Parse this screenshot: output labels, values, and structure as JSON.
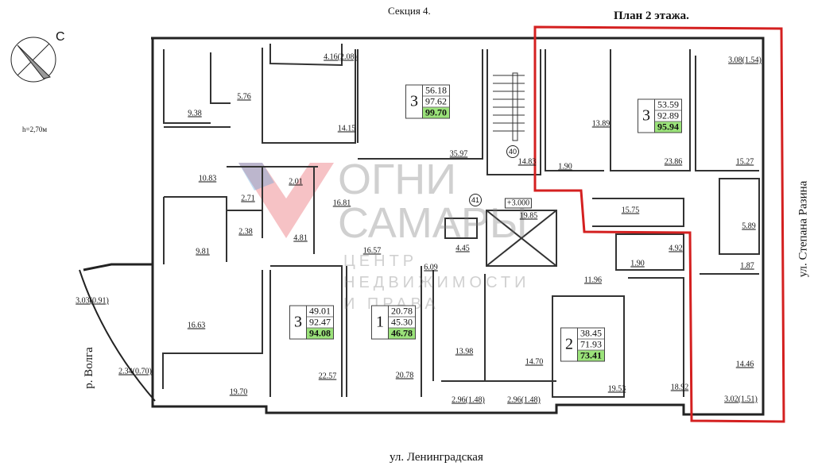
{
  "header": {
    "section": "Секция 4.",
    "plan_title": "План 2 этажа."
  },
  "compass": {
    "north_label": "С"
  },
  "ceiling_height": "h=2,70м",
  "streets": {
    "river": "р. Волга",
    "east": "ул. Степана Разина",
    "south": "ул. Ленинградская"
  },
  "watermark": {
    "line1": "ОГНИ",
    "line2": "САМАРЫ",
    "line3": "ЦЕНТР",
    "line4": "НЕДВИЖИМОСТИ",
    "line5": "И ПРАВА"
  },
  "colors": {
    "highlight": "#d42020",
    "total_area_bg": "#9be37a"
  },
  "apartments": [
    {
      "rooms": "3",
      "living": "56.18",
      "total": "97.62",
      "total_with_balcony": "99.70"
    },
    {
      "rooms": "3",
      "living": "53.59",
      "total": "92.89",
      "total_with_balcony": "95.94"
    },
    {
      "rooms": "3",
      "living": "49.01",
      "total": "92.47",
      "total_with_balcony": "94.08"
    },
    {
      "rooms": "1",
      "living": "20.78",
      "total": "45.30",
      "total_with_balcony": "46.78"
    },
    {
      "rooms": "2",
      "living": "38.45",
      "total": "71.93",
      "total_with_balcony": "73.41"
    }
  ],
  "markers": {
    "stair": "40",
    "hall": "41",
    "level": "+3.000"
  },
  "rooms": [
    "4.16(2.08)",
    "5.76",
    "9.38",
    "14.15",
    "10.83",
    "2.01",
    "2.71",
    "16.81",
    "2.38",
    "4.81",
    "9.81",
    "16.57",
    "3.03(0.91)",
    "16.63",
    "2.34(0.70)",
    "19.70",
    "22.57",
    "35.97",
    "14.83",
    "13.89",
    "1.90",
    "23.86",
    "3.08(1.54)",
    "15.27",
    "19.85",
    "15.75",
    "5.89",
    "4.45",
    "6.09",
    "1.90",
    "4.92",
    "1.87",
    "11.96",
    "13.98",
    "14.70",
    "19.53",
    "18.92",
    "14.46",
    "2.96(1.48)",
    "2.96(1.48)",
    "3.02(1.51)",
    "20.78"
  ]
}
